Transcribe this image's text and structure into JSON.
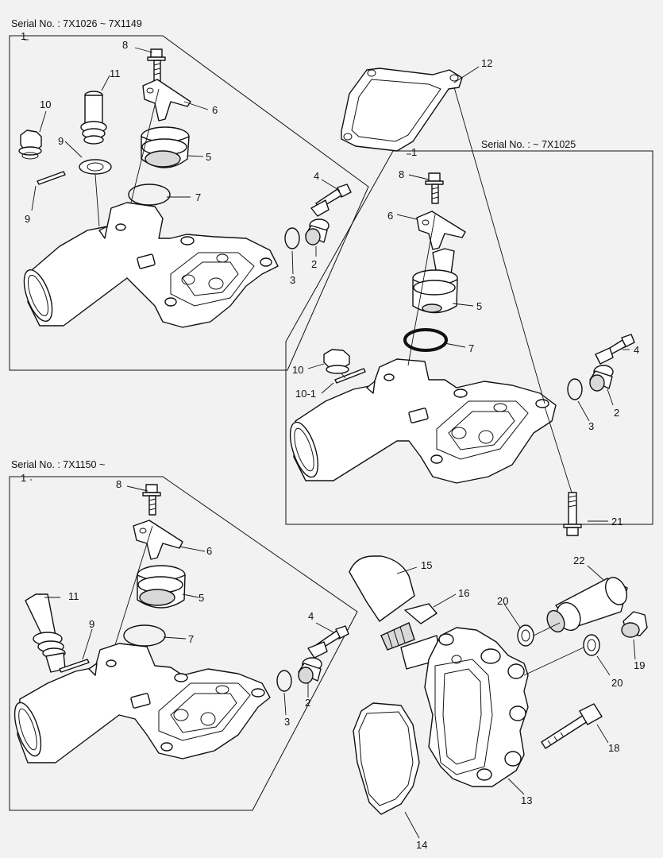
{
  "serials": {
    "top_left": "Serial No. : 7X1026 ~ 7X1149",
    "right": "Serial No. : ~ 7X1025",
    "bottom_left": "Serial No. : 7X1150 ~"
  },
  "labels": {
    "tl": {
      "n1": "1",
      "n8": "8",
      "n11": "11",
      "n10": "10",
      "n9a": "9",
      "n9b": "9",
      "n6": "6",
      "n5": "5",
      "n7": "7",
      "n4": "4",
      "n2": "2",
      "n3": "3"
    },
    "r": {
      "n12": "12",
      "n1": "1",
      "n8": "8",
      "n6": "6",
      "n5": "5",
      "n7": "7",
      "n4": "4",
      "n10": "10",
      "n10_1": "10-1",
      "n2": "2",
      "n3": "3",
      "n21": "21"
    },
    "bl": {
      "n1": "1",
      "n8": "8",
      "n6": "6",
      "n5": "5",
      "n11": "11",
      "n9": "9",
      "n7": "7",
      "n4": "4",
      "n2": "2",
      "n3": "3"
    },
    "br": {
      "n15": "15",
      "n16": "16",
      "n20a": "20",
      "n22": "22",
      "n19": "19",
      "n20b": "20",
      "n18": "18",
      "n13": "13",
      "n14": "14"
    }
  }
}
